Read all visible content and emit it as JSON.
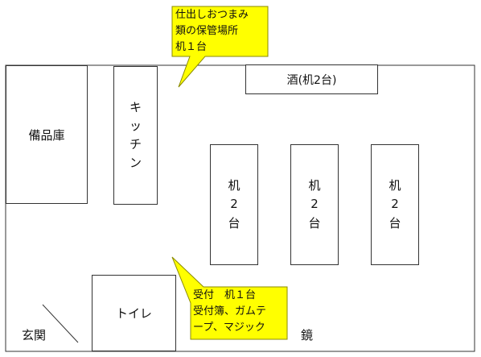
{
  "rooms": {
    "storage": "備品庫",
    "kitchen": [
      "キ",
      "ッ",
      "チ",
      "ン"
    ],
    "sake_table": "酒(机2台)",
    "tables": [
      {
        "chars": [
          "机",
          "2",
          "台"
        ]
      },
      {
        "chars": [
          "机",
          "2",
          "台"
        ]
      },
      {
        "chars": [
          "机",
          "2",
          "台"
        ]
      }
    ],
    "toilet": "トイレ",
    "entrance": "玄関",
    "mirror": "鏡"
  },
  "callouts": {
    "top": {
      "lines": [
        "仕出しおつまみ",
        "類の保管場所",
        "机１台"
      ]
    },
    "reception": {
      "lines": [
        "受付　机１台",
        "受付簿、ガムテ",
        "ープ、マジック"
      ]
    }
  },
  "colors": {
    "callout_fill": "#ffff00",
    "callout_stroke": "#8a8a00",
    "line": "#333333"
  }
}
